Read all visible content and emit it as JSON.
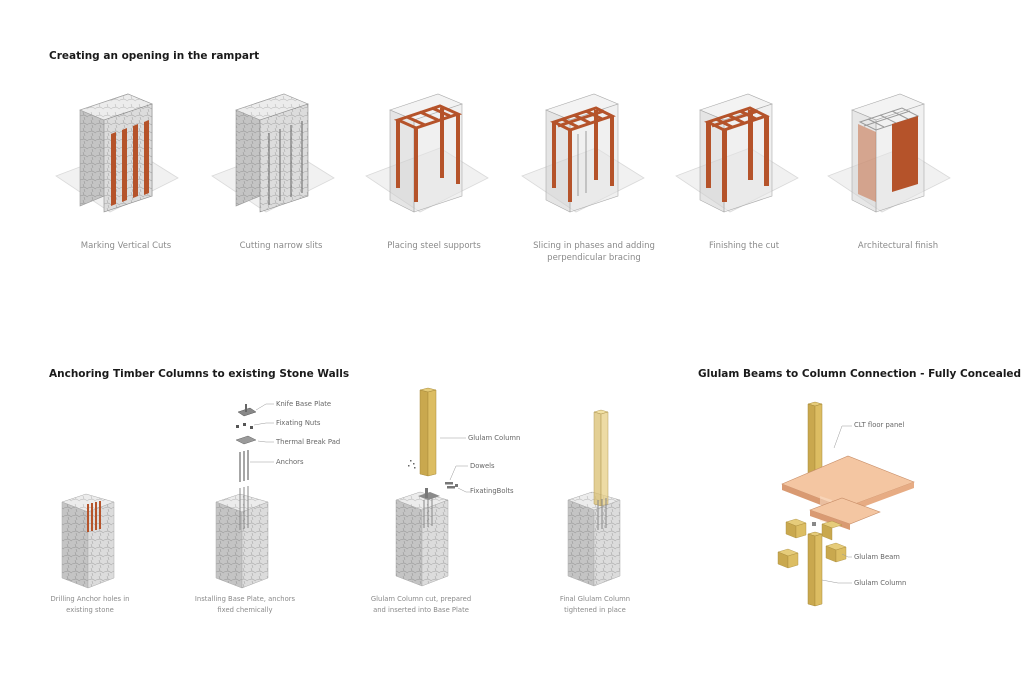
{
  "section1": {
    "heading": "Creating an opening in the rampart",
    "steps": [
      "Marking Vertical Cuts",
      "Cutting narrow slits",
      "Placing steel supports",
      "Slicing in phases and  adding perpendicular bracing",
      "Finishing the cut",
      "Architectural finish"
    ]
  },
  "section2": {
    "heading": "Anchoring Timber Columns to existing Stone Walls",
    "steps": [
      "Drilling Anchor holes in existing stone",
      "Installing Base Plate, anchors fixed chemically",
      "Glulam Column cut, prepared and inserted into Base Plate",
      "Final Glulam Column tightened in place"
    ],
    "labels": {
      "knife_base_plate": "Knife Base Plate",
      "fixating_nuts": "Fixating Nuts",
      "thermal_break_pad": "Thermal Break Pad",
      "anchors": "Anchors",
      "glulam_column": "Glulam Column",
      "dowels": "Dowels",
      "fixating_bolts": "FixatingBolts"
    }
  },
  "section3": {
    "heading": "Glulam Beams to Column Connection - Fully Concealed",
    "labels": {
      "clt_floor_panel": "CLT floor panel",
      "glulam_beam": "Glulam Beam",
      "glulam_column": "Glulam Column"
    }
  },
  "colors": {
    "stone": "#d9d9d9",
    "stone_dark": "#bdbdbd",
    "steel": "#b5532a",
    "glulam": "#d8b860",
    "clt": "#f2b48c"
  }
}
